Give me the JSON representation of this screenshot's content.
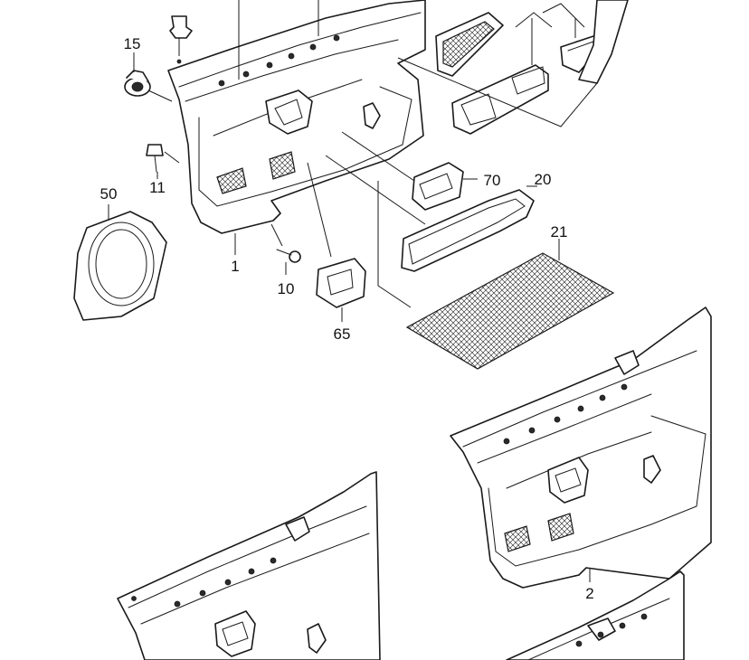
{
  "callouts": {
    "part_1": "1",
    "part_2": "2",
    "part_10": "10",
    "part_11": "11",
    "part_15": "15",
    "part_20": "20",
    "part_21": "21",
    "part_50": "50",
    "part_65": "65",
    "part_70": "70"
  },
  "colors": {
    "line": "#1a1a1a",
    "background": "#ffffff"
  }
}
